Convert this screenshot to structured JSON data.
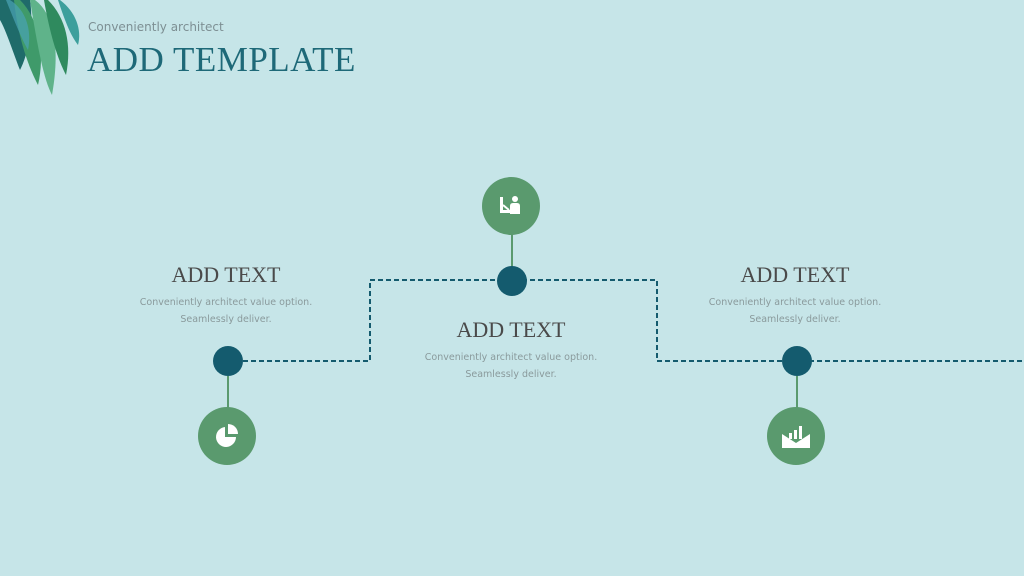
{
  "header": {
    "subtitle": "Conveniently architect",
    "title": "ADD TEMPLATE"
  },
  "steps": [
    {
      "title": "ADD TEXT",
      "line1": "Conveniently architect value option.",
      "line2": "Seamlessly deliver.",
      "icon": "pie-chart-icon"
    },
    {
      "title": "ADD TEXT",
      "line1": "Conveniently architect value option.",
      "line2": "Seamlessly deliver.",
      "icon": "presenter-icon"
    },
    {
      "title": "ADD TEXT",
      "line1": "Conveniently architect value option.",
      "line2": "Seamlessly deliver.",
      "icon": "bar-chart-envelope-icon"
    }
  ],
  "colors": {
    "background": "#c6e5e8",
    "title": "#1e6978",
    "icon_circle": "#5a9a6e",
    "node": "#145b6e",
    "dashed_line": "#145b6e"
  }
}
